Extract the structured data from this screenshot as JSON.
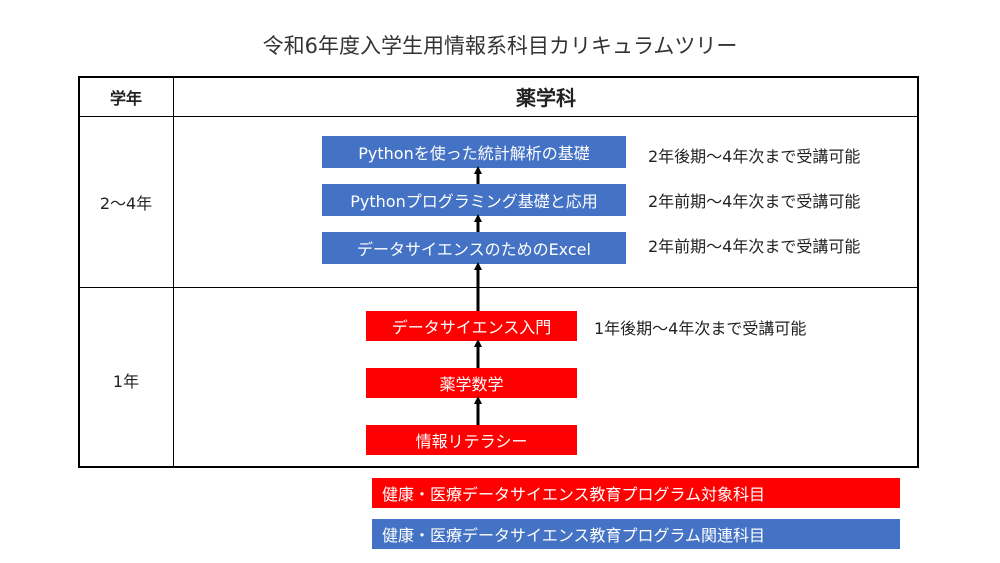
{
  "title": "令和6年度入学生用情報系科目カリキュラムツリー",
  "table": {
    "year_header": "学年",
    "dept_header": "薬学科",
    "rows": [
      {
        "year": "2〜4年"
      },
      {
        "year": "1年"
      }
    ]
  },
  "courses": [
    {
      "name": "Pythonを使った統計解析の基礎",
      "category": "related",
      "availability": "2年後期〜4年次まで受講可能"
    },
    {
      "name": "Pythonプログラミング基礎と応用",
      "category": "related",
      "availability": "2年前期〜4年次まで受講可能"
    },
    {
      "name": "データサイエンスのためのExcel",
      "category": "related",
      "availability": "2年前期〜4年次まで受講可能"
    },
    {
      "name": "データサイエンス入門",
      "category": "target",
      "availability": "1年後期〜4年次まで受講可能"
    },
    {
      "name": "薬学数学",
      "category": "target",
      "availability": ""
    },
    {
      "name": "情報リテラシー",
      "category": "target",
      "availability": ""
    }
  ],
  "legend": {
    "target": "健康・医療データサイエンス教育プログラム対象科目",
    "related": "健康・医療データサイエンス教育プログラム関連科目"
  },
  "colors": {
    "target": "#ff0000",
    "related": "#4472c4",
    "arrow": "#000000"
  }
}
